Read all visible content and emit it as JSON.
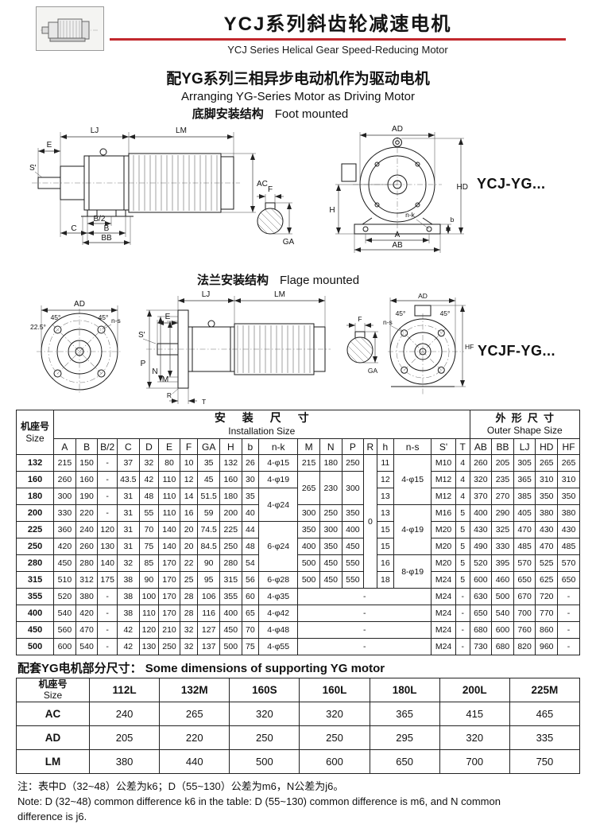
{
  "header": {
    "title_cn": "YCJ系列斜齿轮减速电机",
    "title_en": "YCJ Series Helical Gear Speed-Reducing Motor"
  },
  "intro": {
    "heading_cn": "配YG系列三相异步电动机作为驱动电机",
    "heading_en": "Arranging YG-Series Motor as Driving Motor"
  },
  "sections": {
    "foot_cn": "底脚安装结构",
    "foot_en": "Foot mounted",
    "flange_cn": "法兰安装结构",
    "flange_en": "Flage mounted",
    "model_foot": "YCJ-YG...",
    "model_flange": "YCJF-YG..."
  },
  "dim": {
    "LJ": "LJ",
    "LM": "LM",
    "E": "E",
    "Sp": "S'",
    "AC": "AC",
    "B2": "B/2",
    "B": "B",
    "BB": "BB",
    "C": "C",
    "F": "F",
    "GA": "GA",
    "AD": "AD",
    "HD": "HD",
    "H": "H",
    "b": "b",
    "nk": "n-k",
    "A": "A",
    "AB": "AB",
    "ns": "n-s",
    "deg45": "45°",
    "deg225": "22.5°",
    "M": "M",
    "N": "N",
    "P": "P",
    "R": "R",
    "T": "T",
    "HF": "HF"
  },
  "install_table": {
    "size_cn": "机座号",
    "size_en": "Size",
    "install_cn": "安装尺寸",
    "install_en": "Installation Size",
    "shape_cn": "外形尺寸",
    "shape_en": "Outer Shape Size",
    "cols": [
      "A",
      "B",
      "B/2",
      "C",
      "D",
      "E",
      "F",
      "GA",
      "H",
      "b",
      "n-k",
      "M",
      "N",
      "P",
      "R",
      "h",
      "n-s",
      "S'",
      "T",
      "AB",
      "BB",
      "LJ",
      "HD",
      "HF"
    ],
    "rows": [
      {
        "size": "132",
        "cells": [
          "215",
          "150",
          "-",
          "37",
          "32",
          "80",
          "10",
          "35",
          "132",
          "26",
          "4-φ15",
          "215",
          "180",
          "250",
          {
            "t": "0",
            "rs": 8
          },
          "11",
          {
            "t": "4-φ15",
            "rs": 3
          },
          "M10",
          "4",
          "260",
          "205",
          "305",
          "265",
          "265"
        ]
      },
      {
        "size": "160",
        "cells": [
          "260",
          "160",
          "-",
          "43.5",
          "42",
          "110",
          "12",
          "45",
          "160",
          "30",
          "4-φ19",
          {
            "t": "265",
            "rs": 2
          },
          {
            "t": "230",
            "rs": 2
          },
          {
            "t": "300",
            "rs": 2
          },
          "12",
          "M12",
          "4",
          "320",
          "235",
          "365",
          "310",
          "310"
        ]
      },
      {
        "size": "180",
        "cells": [
          "300",
          "190",
          "-",
          "31",
          "48",
          "110",
          "14",
          "51.5",
          "180",
          "35",
          {
            "t": "4-φ24",
            "rs": 2
          },
          "13",
          "M12",
          "4",
          "370",
          "270",
          "385",
          "350",
          "350"
        ]
      },
      {
        "size": "200",
        "cells": [
          "330",
          "220",
          "-",
          "31",
          "55",
          "110",
          "16",
          "59",
          "200",
          "40",
          "300",
          "250",
          "350",
          "13",
          {
            "t": "4-φ19",
            "rs": 3
          },
          "M16",
          "5",
          "400",
          "290",
          "405",
          "380",
          "380"
        ]
      },
      {
        "size": "225",
        "cells": [
          "360",
          "240",
          "120",
          "31",
          "70",
          "140",
          "20",
          "74.5",
          "225",
          "44",
          {
            "t": "6-φ24",
            "rs": 3
          },
          "350",
          "300",
          "400",
          "15",
          "M20",
          "5",
          "430",
          "325",
          "470",
          "430",
          "430"
        ]
      },
      {
        "size": "250",
        "cells": [
          "420",
          "260",
          "130",
          "31",
          "75",
          "140",
          "20",
          "84.5",
          "250",
          "48",
          "400",
          "350",
          "450",
          "15",
          "M20",
          "5",
          "490",
          "330",
          "485",
          "470",
          "485"
        ]
      },
      {
        "size": "280",
        "cells": [
          "450",
          "280",
          "140",
          "32",
          "85",
          "170",
          "22",
          "90",
          "280",
          "54",
          "500",
          "450",
          "550",
          "16",
          {
            "t": "8-φ19",
            "rs": 2
          },
          "M20",
          "5",
          "520",
          "395",
          "570",
          "525",
          "570"
        ]
      },
      {
        "size": "315",
        "cells": [
          "510",
          "312",
          "175",
          "38",
          "90",
          "170",
          "25",
          "95",
          "315",
          "56",
          "6-φ28",
          "500",
          "450",
          "550",
          "18",
          "M24",
          "5",
          "600",
          "460",
          "650",
          "625",
          "650"
        ]
      },
      {
        "size": "355",
        "cells": [
          "520",
          "380",
          "-",
          "38",
          "100",
          "170",
          "28",
          "106",
          "355",
          "60",
          "4-φ35",
          {
            "t": "-",
            "cs": 6
          },
          "M24",
          "-",
          "630",
          "500",
          "670",
          "720",
          "-"
        ]
      },
      {
        "size": "400",
        "cells": [
          "540",
          "420",
          "-",
          "38",
          "110",
          "170",
          "28",
          "116",
          "400",
          "65",
          "4-φ42",
          {
            "t": "-",
            "cs": 6
          },
          "M24",
          "-",
          "650",
          "540",
          "700",
          "770",
          "-"
        ]
      },
      {
        "size": "450",
        "cells": [
          "560",
          "470",
          "-",
          "42",
          "120",
          "210",
          "32",
          "127",
          "450",
          "70",
          "4-φ48",
          {
            "t": "-",
            "cs": 6
          },
          "M24",
          "-",
          "680",
          "600",
          "760",
          "860",
          "-"
        ]
      },
      {
        "size": "500",
        "cells": [
          "600",
          "540",
          "-",
          "42",
          "130",
          "250",
          "32",
          "137",
          "500",
          "75",
          "4-φ55",
          {
            "t": "-",
            "cs": 6
          },
          "M24",
          "-",
          "730",
          "680",
          "820",
          "960",
          "-"
        ]
      }
    ]
  },
  "motor_table": {
    "caption_cn": "配套YG电机部分尺寸：",
    "caption_en": "Some dimensions of supporting YG motor",
    "size_cn": "机座号",
    "size_en": "Size",
    "cols": [
      "112L",
      "132M",
      "160S",
      "160L",
      "180L",
      "200L",
      "225M"
    ],
    "rows": [
      {
        "label": "AC",
        "values": [
          "240",
          "265",
          "320",
          "320",
          "365",
          "415",
          "465"
        ]
      },
      {
        "label": "AD",
        "values": [
          "205",
          "220",
          "250",
          "250",
          "295",
          "320",
          "335"
        ]
      },
      {
        "label": "LM",
        "values": [
          "380",
          "440",
          "500",
          "600",
          "650",
          "700",
          "750"
        ]
      }
    ]
  },
  "notes": {
    "cn": "注：表中D（32~48）公差为k6；D（55~130）公差为m6，N公差为j6。",
    "en_1": "Note: D (32~48) common difference k6 in the table: D (55~130) common difference is m6, and N common",
    "en_2": "difference is j6."
  }
}
